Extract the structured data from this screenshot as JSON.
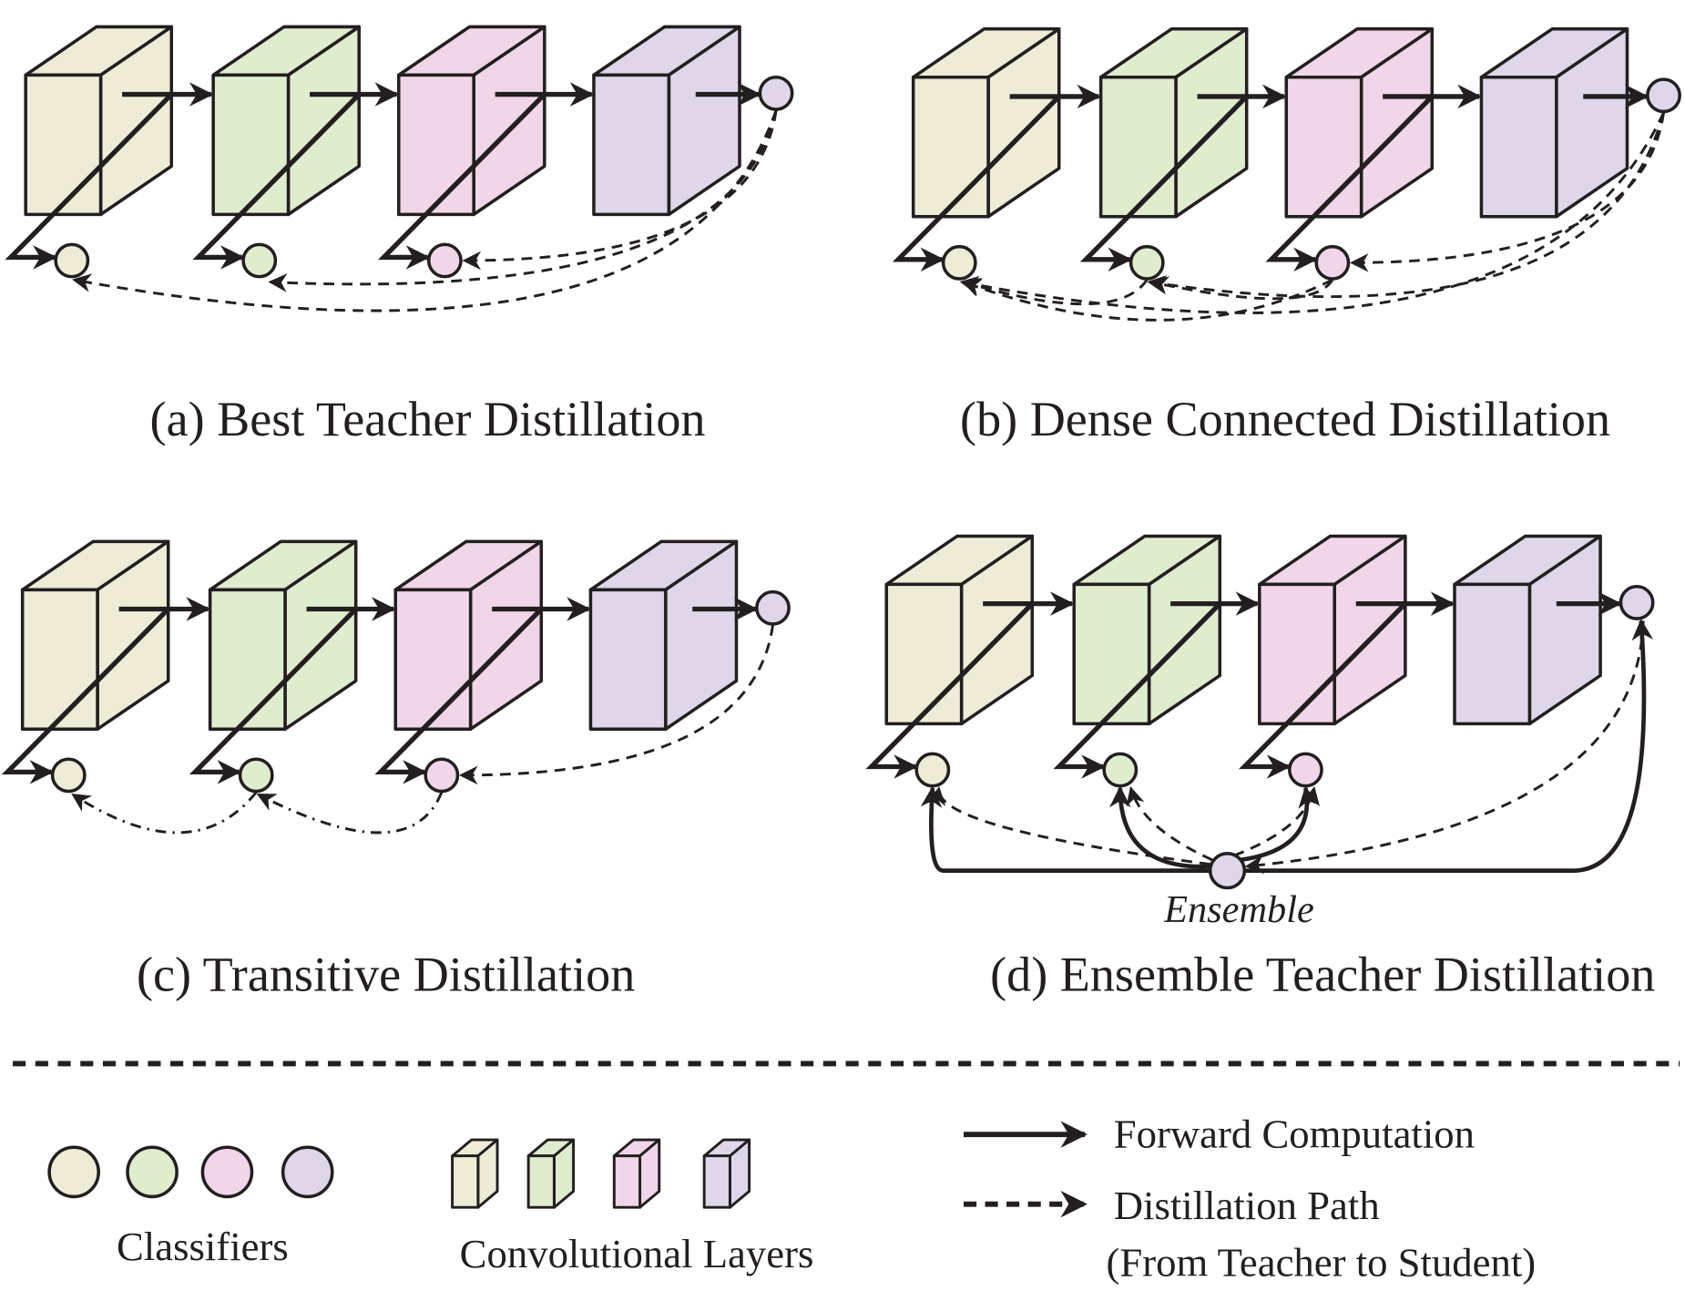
{
  "colors": {
    "yellow": "#eeecd6",
    "green": "#e0ecce",
    "pink": "#f0d6e8",
    "purple": "#dfd6ea",
    "stroke": "#231f20"
  },
  "panels": [
    {
      "id": "a",
      "caption": "(a) Best Teacher Distillation"
    },
    {
      "id": "b",
      "caption": "(b) Dense Connected Distillation"
    },
    {
      "id": "c",
      "caption": "(c) Transitive Distillation"
    },
    {
      "id": "d",
      "caption": "(d) Ensemble Teacher Distillation",
      "ensemble_label": "Ensemble"
    }
  ],
  "legend": {
    "classifiers_label": "Classifiers",
    "conv_layers_label": "Convolutional Layers",
    "forward_label": "Forward Computation",
    "distill_label": "Distillation Path",
    "distill_sub": "(From Teacher to Student)"
  }
}
